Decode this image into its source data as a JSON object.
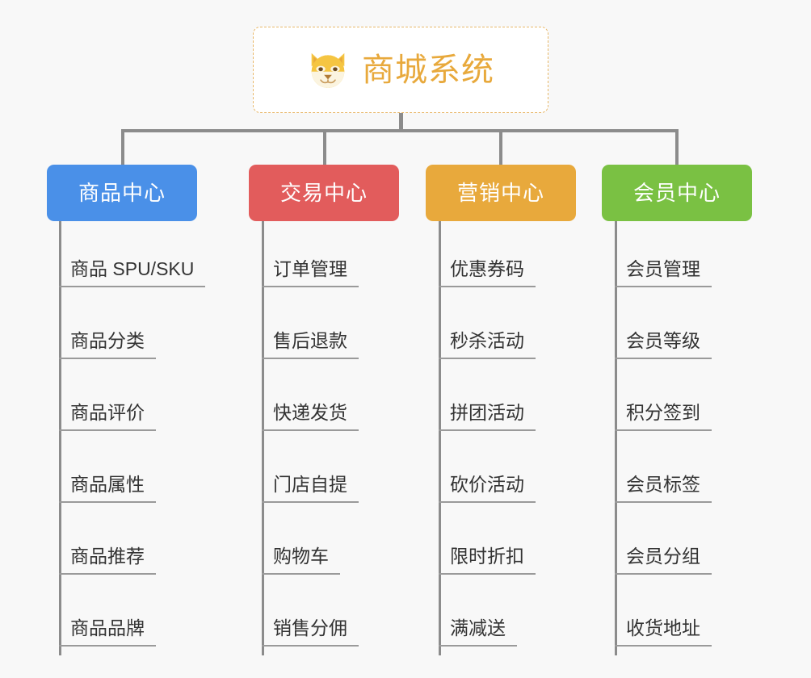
{
  "page": {
    "background_color": "#F8F8F8",
    "line_color": "#8C8C8C",
    "underline_color": "#9A9A9A"
  },
  "root": {
    "title": "商城系统",
    "icon": "shiba-dog-icon",
    "text_color": "#E8A93C",
    "border_color": "#E8B86A",
    "background_color": "#FFFFFF"
  },
  "columns": [
    {
      "id": "product-center",
      "label": "商品中心",
      "color": "#4A90E8",
      "items": [
        "商品 SPU/SKU",
        "商品分类",
        "商品评价",
        "商品属性",
        "商品推荐",
        "商品品牌"
      ]
    },
    {
      "id": "trade-center",
      "label": "交易中心",
      "color": "#E25C5C",
      "items": [
        "订单管理",
        "售后退款",
        "快递发货",
        "门店自提",
        "购物车",
        "销售分佣"
      ]
    },
    {
      "id": "marketing-center",
      "label": "营销中心",
      "color": "#E8A93C",
      "items": [
        "优惠券码",
        "秒杀活动",
        "拼团活动",
        "砍价活动",
        "限时折扣",
        "满减送"
      ]
    },
    {
      "id": "member-center",
      "label": "会员中心",
      "color": "#7AC143",
      "items": [
        "会员管理",
        "会员等级",
        "积分签到",
        "会员标签",
        "会员分组",
        "收货地址"
      ]
    }
  ]
}
